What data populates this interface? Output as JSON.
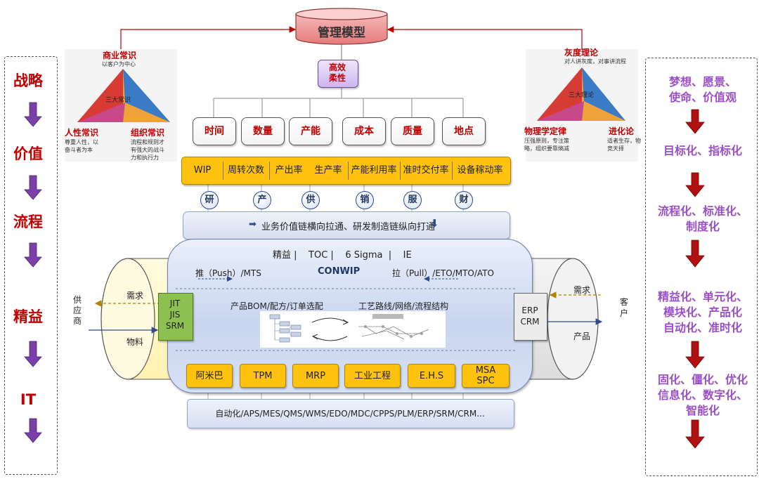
{
  "top": {
    "model": "管理模型",
    "core": "高效\n柔性"
  },
  "left_triangle": {
    "top_title": "商业常识",
    "top_sub": "以客户为中心",
    "center": "三大常识",
    "left_title": "人性常识",
    "left_sub": "尊重人性，以\n奋斗者为本",
    "right_title": "组织常识",
    "right_sub": "流程和规则才\n有强大的战斗\n力和执行力"
  },
  "right_triangle": {
    "top_title": "灰度理论",
    "top_sub": "对人讲灰度，对事讲流程",
    "center": "三大理论",
    "left_title": "物理学定律",
    "left_sub": "压强原则，专注策\n略，组织要靠熵减",
    "right_title": "进化论",
    "right_sub": "适者生存，物\n竞天择"
  },
  "dimensions": [
    "时间",
    "数量",
    "产能",
    "成本",
    "质量",
    "地点"
  ],
  "kpis": [
    "WIP",
    "周转次数",
    "产出率",
    "生产率",
    "产能利用率",
    "准时交付率",
    "设备稼动率"
  ],
  "chain": [
    "研",
    "产",
    "供",
    "销",
    "服",
    "财"
  ],
  "value_chain": "业务价值链横向拉通、研发制造链纵向打通",
  "methods": {
    "line": "精益 |    TOC |    6 Sigma  |    IE",
    "push": "推（Push）/MTS",
    "conwip": "CONWIP",
    "pull": "拉（Pull）/ETO/MTO/ATO",
    "bom": "产品BOM/配方/订单选配",
    "routing": "工艺路线/网络/流程结构"
  },
  "left_pipe": {
    "supplier": "供\n应\n商",
    "demand": "需求",
    "material": "物料",
    "box": "JIT\nJIS\nSRM"
  },
  "right_pipe": {
    "customer": "客\n户",
    "demand": "需求",
    "product": "产品",
    "box": "ERP\nCRM"
  },
  "tools": [
    "阿米巴",
    "TPM",
    "MRP",
    "工业工程",
    "E.H.S",
    "MSA\nSPC"
  ],
  "it_bar": "自动化/APS/MES/QMS/WMS/EDO/MDC/CPPS/PLM/ERP/SRM/CRM...",
  "left_panel": [
    "战略",
    "价值",
    "流程",
    "精益",
    "IT"
  ],
  "right_panel": [
    "梦想、愿景、\n使命、价值观",
    "目标化、指标化",
    "流程化、标准化、\n制度化",
    "精益化、单元化、\n模块化、产品化\n自动化、准时化",
    "固化、僵化、优化\n信息化、数字化、\n智能化"
  ],
  "colors": {
    "red_label": "#c00000",
    "purple_label": "#9b4fc7",
    "yellow": "#ffc20e",
    "dark_red_arrow": "#b01010",
    "purple_arrow": "#7b3fa8"
  }
}
